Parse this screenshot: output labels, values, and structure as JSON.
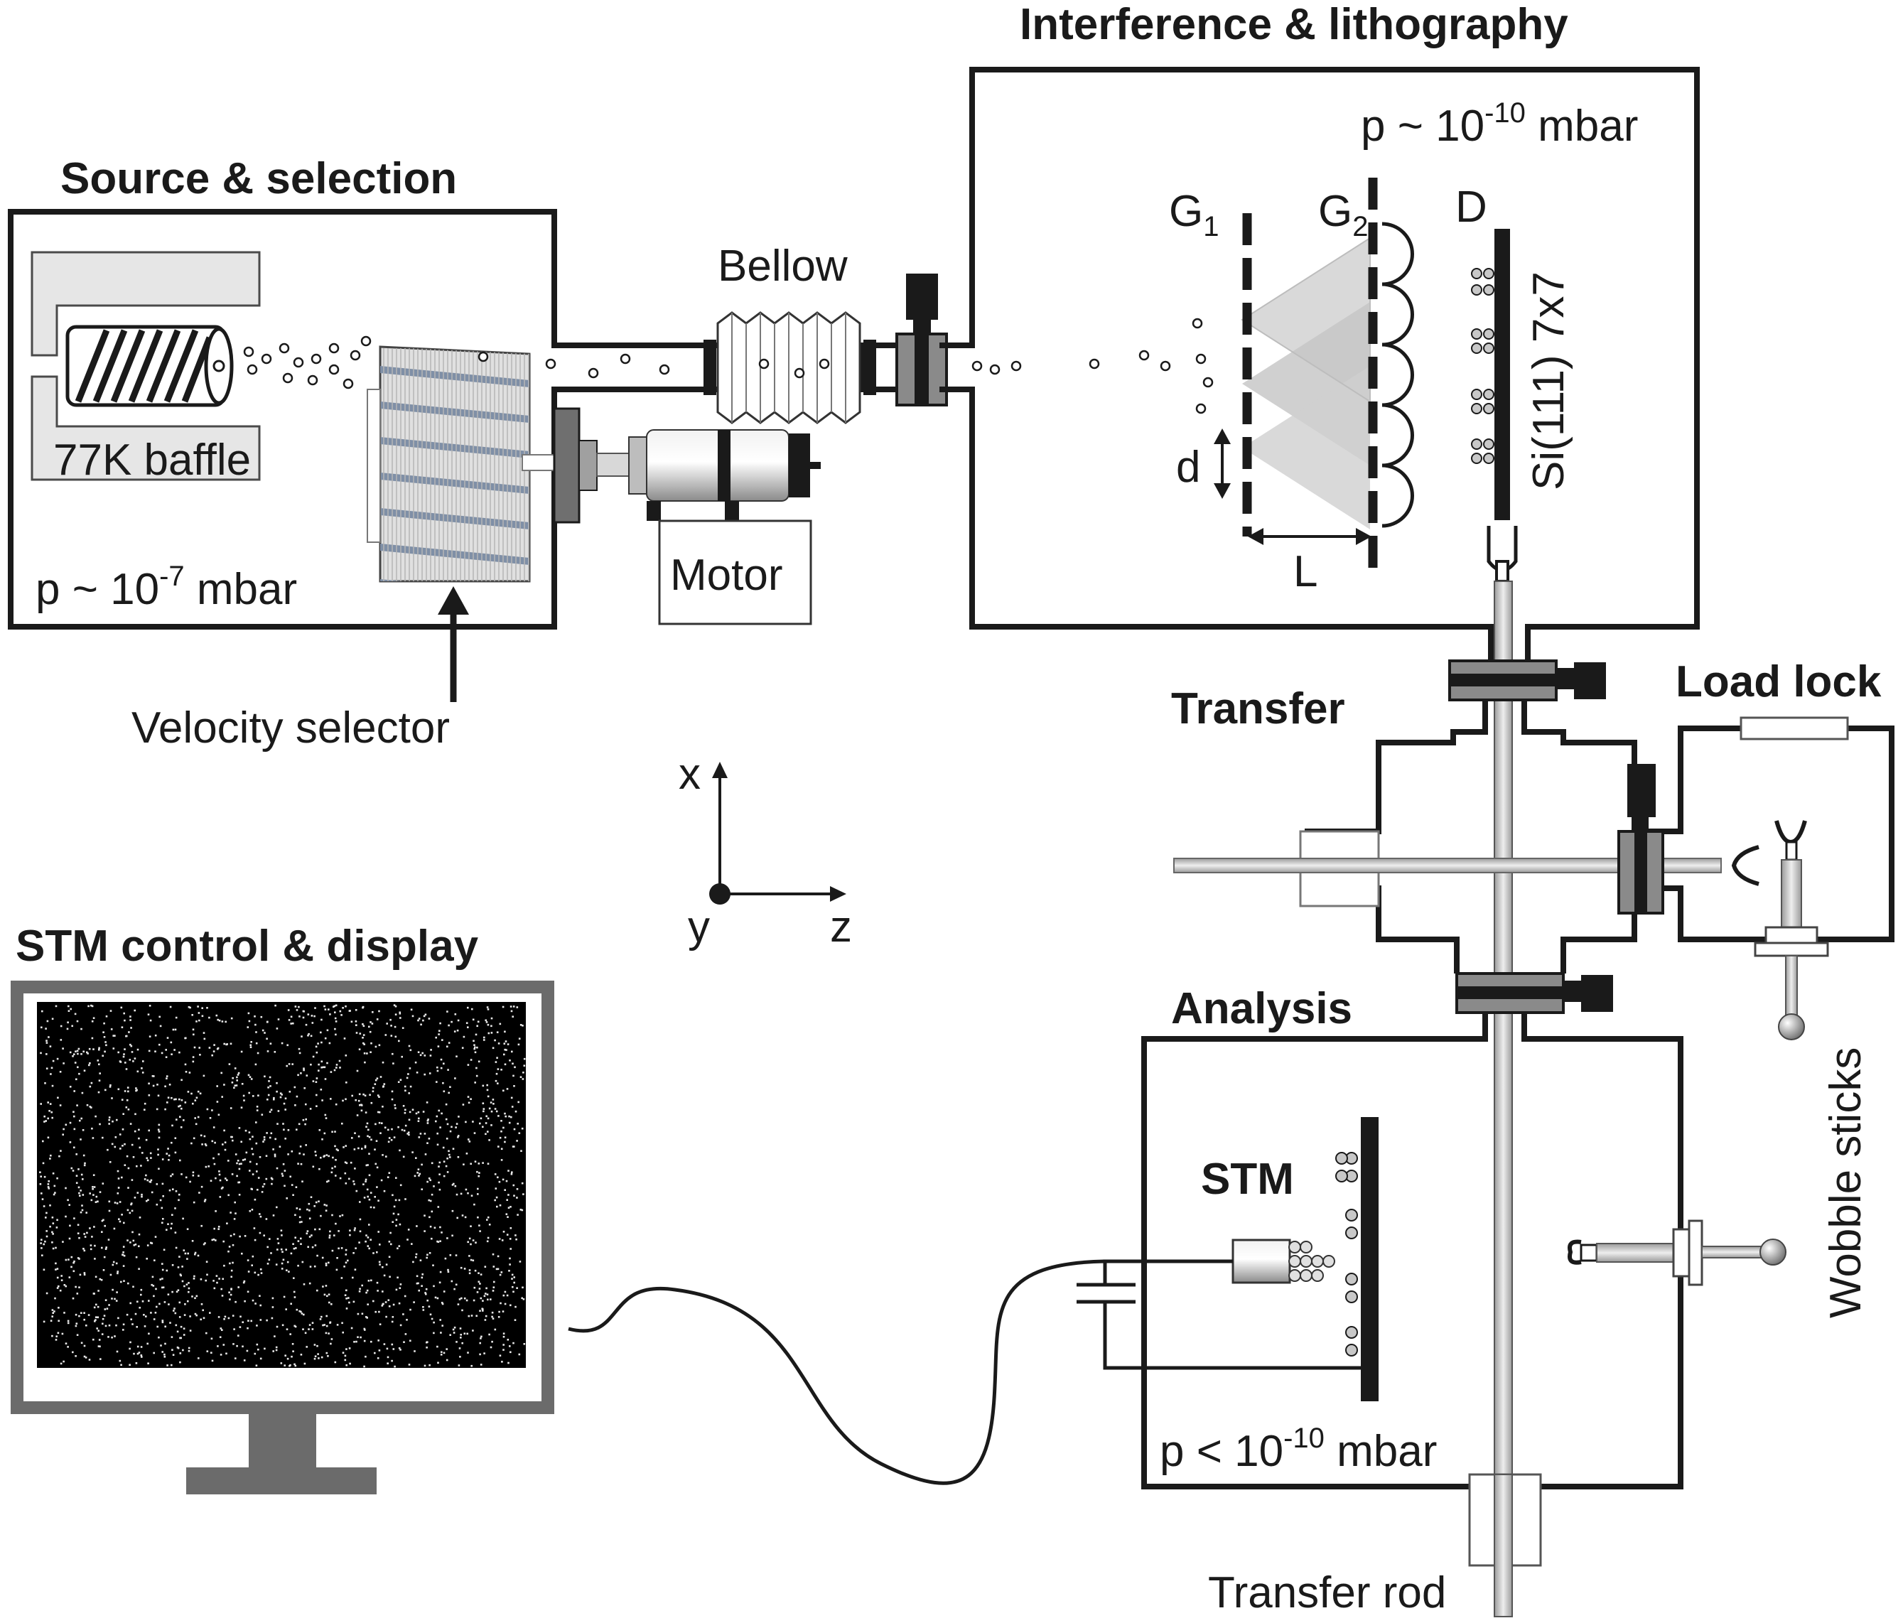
{
  "sections": {
    "source": "Source & selection",
    "interference": "Interference & lithography",
    "transfer": "Transfer",
    "load_lock": "Load lock",
    "analysis": "Analysis",
    "stm_display": "STM control & display"
  },
  "labels": {
    "baffle": "77K baffle",
    "bellow": "Bellow",
    "motor": "Motor",
    "velocity_selector": "Velocity selector",
    "g1": "G",
    "g1_sub": "1",
    "g2": "G",
    "g2_sub": "2",
    "detector": "D",
    "d": "d",
    "L": "L",
    "substrate": "Si(111)  7x7",
    "stm": "STM",
    "wobble_sticks": "Wobble sticks",
    "transfer_rod": "Transfer rod"
  },
  "pressures": {
    "source": {
      "prefix": "p ~ 10",
      "exp": "-7",
      "unit": " mbar"
    },
    "interference": {
      "prefix": "p ~ 10",
      "exp": "-10",
      "unit": " mbar"
    },
    "analysis": {
      "prefix": "p < 10",
      "exp": "-10",
      "unit": " mbar"
    }
  },
  "axes": {
    "x": "x",
    "y": "y",
    "z": "z"
  },
  "colors": {
    "wall": "#1a1a1a",
    "grey_dark": "#555555",
    "grey_mid": "#9a9a9a",
    "grey_light": "#d6d6d6",
    "screen_frame": "#6b6b6b",
    "selector_stripe": "#7f8fa6"
  }
}
